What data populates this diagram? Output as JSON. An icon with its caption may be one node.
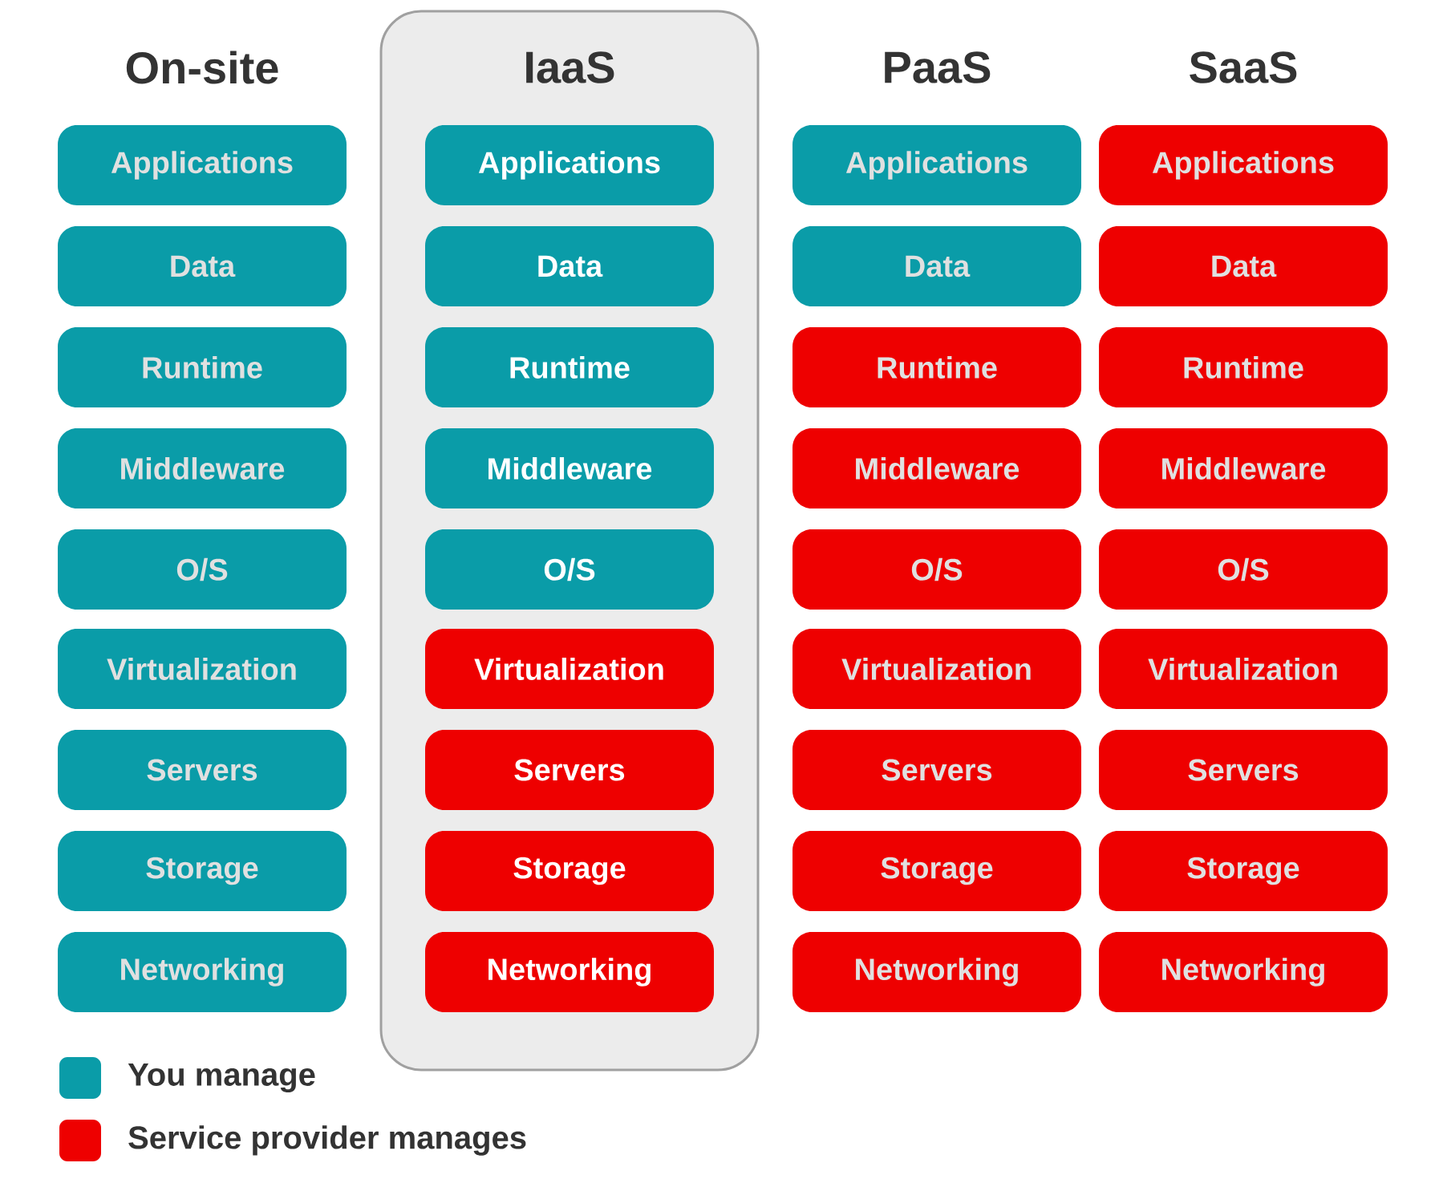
{
  "diagram": {
    "nodes": [
      {
        "text": [
          "Applications"
        ]
      },
      {
        "text": [
          "Data"
        ]
      },
      {
        "text": [
          "Runtime"
        ]
      },
      {
        "text": [
          "Middleware"
        ]
      },
      {
        "text": [
          "O/S"
        ]
      },
      {
        "text": [
          "Virtualization"
        ]
      },
      {
        "text": [
          "Servers"
        ]
      },
      {
        "text": [
          "Storage"
        ]
      },
      {
        "text": [
          "Networking"
        ]
      },
      {
        "text": [
          "IaaS"
        ]
      },
      {
        "text": [
          "Applications"
        ],
        "in": 9
      },
      {
        "text": [
          "Data"
        ],
        "in": 9
      },
      {
        "text": [
          "Runtime"
        ],
        "in": 9
      },
      {
        "text": [
          "Middleware"
        ],
        "in": 9
      },
      {
        "text": [
          "O/S"
        ],
        "in": 9
      },
      {
        "text": [
          "Virtualization"
        ],
        "in": 9
      },
      {
        "text": [
          "Servers"
        ],
        "in": 9
      },
      {
        "text": [
          "Storage"
        ],
        "in": 9
      },
      {
        "text": [
          "Networking"
        ],
        "in": 9
      },
      {
        "text": [
          "Applications"
        ]
      },
      {
        "text": [
          "Data"
        ]
      },
      {
        "text": [
          "Runtime"
        ]
      },
      {
        "text": [
          "Middleware"
        ]
      },
      {
        "text": [
          "O/S"
        ]
      },
      {
        "text": [
          "Virtualization"
        ]
      },
      {
        "text": [
          "Servers"
        ]
      },
      {
        "text": [
          "Storage"
        ]
      },
      {
        "text": [
          "Networking"
        ]
      },
      {
        "text": [
          "Applications"
        ]
      },
      {
        "text": [
          "Data"
        ]
      },
      {
        "text": [
          "Runtime"
        ]
      },
      {
        "text": [
          "Middleware"
        ]
      },
      {
        "text": [
          "O/S"
        ]
      },
      {
        "text": [
          "Virtualization"
        ]
      },
      {
        "text": [
          "Servers"
        ]
      },
      {
        "text": [
          "Storage"
        ]
      },
      {
        "text": [
          "Networking"
        ]
      }
    ],
    "labels": [
      "On-site",
      "PaaS",
      "SaaS"
    ],
    "legend": [
      {
        "text": "You manage",
        "color": "#0a9ca8"
      },
      {
        "text": "Service provider manages",
        "color": "#ee0000"
      }
    ]
  }
}
